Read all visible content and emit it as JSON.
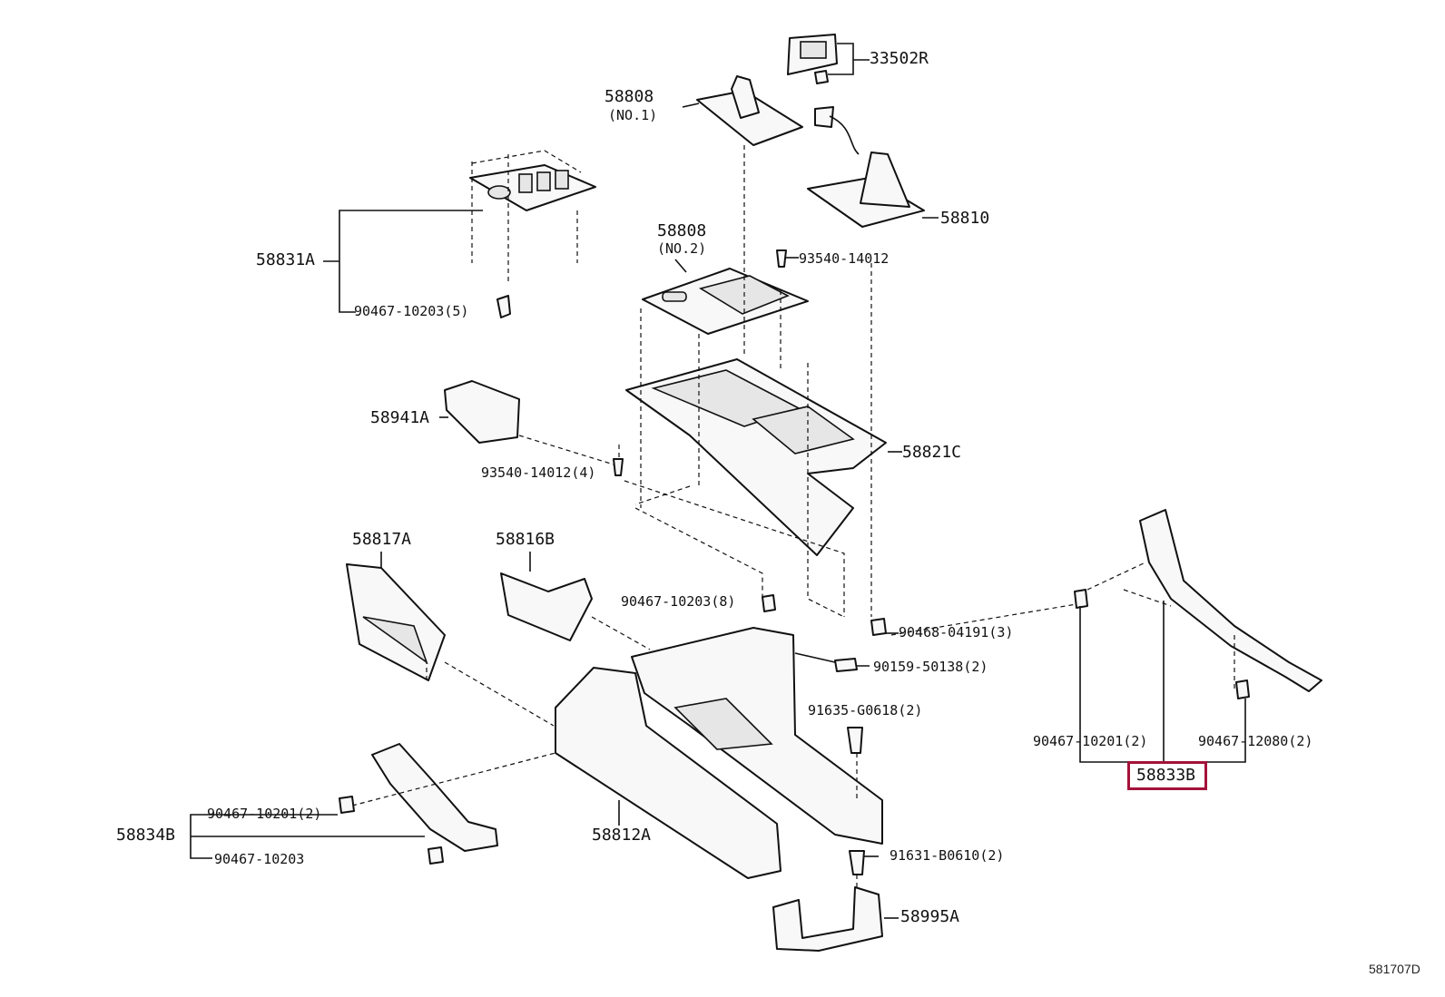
{
  "labels": {
    "l_33502R": "33502R",
    "l_58808_no1": "58808",
    "l_58808_no1_sub": "(NO.1)",
    "l_58810": "58810",
    "l_58831A": "58831A",
    "l_58808_no2": "58808",
    "l_58808_no2_sub": "(NO.2)",
    "l_93540_14012": "93540-14012",
    "l_90467_10203_5": "90467-10203(5)",
    "l_58941A": "58941A",
    "l_58821C": "58821C",
    "l_93540_14012_4": "93540-14012(4)",
    "l_58817A": "58817A",
    "l_58816B": "58816B",
    "l_90467_10203_8": "90467-10203(8)",
    "l_90468_04191_3": "90468-04191(3)",
    "l_90159_50138_2": "90159-50138(2)",
    "l_91635_G0618_2": "91635-G0618(2)",
    "l_90467_10201_2_r": "90467-10201(2)",
    "l_90467_12080_2": "90467-12080(2)",
    "l_58833B": "58833B",
    "l_90467_10201_2_l": "90467-10201(2)",
    "l_58834B": "58834B",
    "l_90467_10203": "90467-10203",
    "l_58812A": "58812A",
    "l_91631_B0610_2": "91631-B0610(2)",
    "l_58995A": "58995A"
  },
  "diagram_code": "581707D",
  "highlight_color": "#a3123a"
}
